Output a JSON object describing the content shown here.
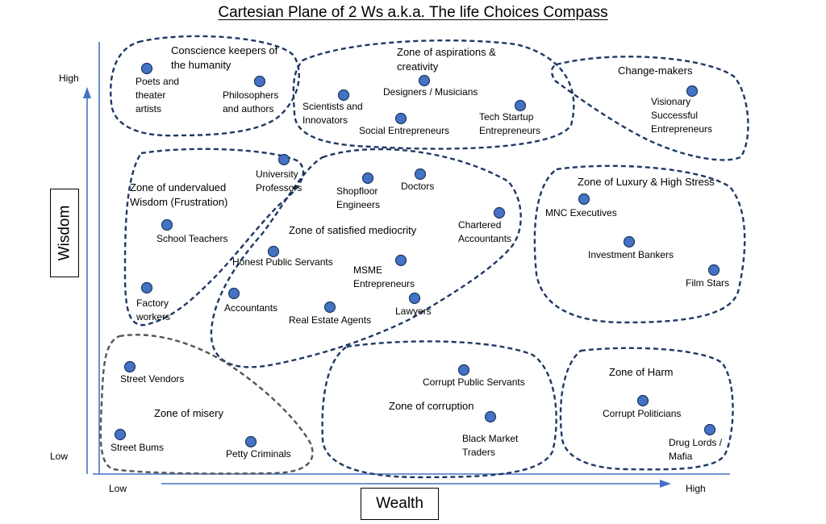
{
  "title": "Cartesian Plane of 2 Ws a.k.a. The life Choices Compass",
  "axes": {
    "y_label": "Wisdom",
    "x_label": "Wealth",
    "y_high": "High",
    "y_low": "Low",
    "x_low": "Low",
    "x_high": "High"
  },
  "zones": {
    "conscience": "Conscience keepers of the humanity",
    "aspirations": "Zone of aspirations & creativity",
    "changemakers": "Change-makers",
    "undervalued": "Zone of undervalued Wisdom (Frustration)",
    "mediocrity": "Zone of satisfied mediocrity",
    "luxury": "Zone of Luxury & High Stress",
    "misery": "Zone of misery",
    "corruption": "Zone of corruption",
    "harm": "Zone of Harm"
  },
  "items": {
    "poets": "Poets and theater artists",
    "philosophers": "Philosophers and authors",
    "scientists": "Scientists and Innovators",
    "designers": "Designers / Musicians",
    "social_entrepreneurs": "Social Entrepreneurs",
    "tech_startup": "Tech Startup Entrepreneurs",
    "visionary": "Visionary Successful Entrepreneurs",
    "university_professors": "University Professors",
    "school_teachers": "School Teachers",
    "factory_workers": "Factory workers",
    "shopfloor_engineers": "Shopfloor Engineers",
    "doctors": "Doctors",
    "chartered_accountants": "Chartered Accountants",
    "honest_public_servants": "Honest Public Servants",
    "msme": "MSME Entrepreneurs",
    "accountants": "Accountants",
    "real_estate": "Real Estate Agents",
    "lawyers": "Lawyers",
    "mnc": "MNC Executives",
    "investment_bankers": "Investment Bankers",
    "film_stars": "Film Stars",
    "street_vendors": "Street Vendors",
    "street_bums": "Street Bums",
    "petty_criminals": "Petty Criminals",
    "corrupt_public_servants": "Corrupt Public Servants",
    "black_market": "Black Market Traders",
    "corrupt_politicians": "Corrupt Politicians",
    "drug_lords": "Drug Lords / Mafia"
  },
  "colors": {
    "dot_fill": "#4472c4",
    "dot_stroke": "#1f3864",
    "zone_stroke": "#1f3864",
    "misery_zone_stroke": "#555555",
    "axis": "#4472c4"
  }
}
